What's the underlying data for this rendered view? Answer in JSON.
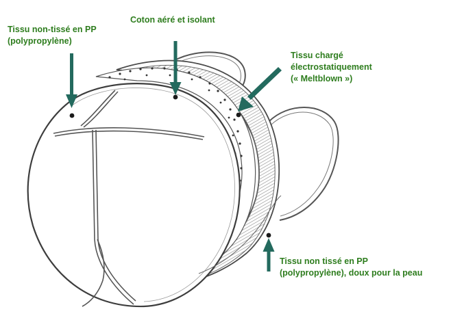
{
  "labels": {
    "pp_outer": {
      "line1": "Tissu non-tissé en PP",
      "line2": "(polypropylène)"
    },
    "cotton": {
      "line1": "Coton aéré et isolant"
    },
    "meltblown": {
      "line1": "Tissu chargé",
      "line2": "électrostatiquement",
      "line3": "(« Meltblown »)"
    },
    "pp_inner": {
      "line1": "Tissu non tissé en PP",
      "line2": "(polypropylène), doux pour la peau"
    }
  },
  "colors": {
    "label_text": "#2e7d1e",
    "arrow": "#236a5e",
    "outline": "#4a4a4a"
  }
}
